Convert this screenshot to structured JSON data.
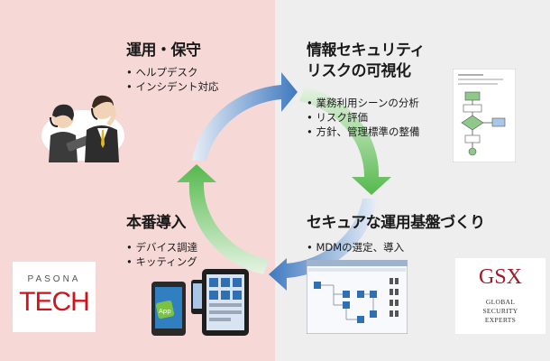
{
  "quadrants": {
    "top_left": {
      "title": "運用・保守",
      "items": [
        "ヘルプデスク",
        "インシデント対応"
      ]
    },
    "top_right": {
      "title_line1": "情報セキュリティ",
      "title_line2": "リスクの可視化",
      "items": [
        "業務利用シーンの分析",
        "リスク評価",
        "方針、管理標準の整備"
      ]
    },
    "bottom_right": {
      "title": "セキュアな運用基盤づくり",
      "items": [
        "MDMの選定、導入"
      ]
    },
    "bottom_left": {
      "title": "本番導入",
      "items": [
        "デバイス調達",
        "キッティング"
      ]
    }
  },
  "logos": {
    "pasona_top": "PASONA",
    "pasona_main": "TECH",
    "gsx_main": "GSX",
    "gsx_line1": "GLOBAL",
    "gsx_line2": "SECURITY",
    "gsx_line3": "EXPERTS"
  },
  "app_label": "App",
  "colors": {
    "left_bg": "#f6d9d6",
    "right_bg": "#eeeeee",
    "arrow_blue": "#3f79bf",
    "arrow_green": "#54b94b",
    "pasona_red": "#d0121b",
    "gsx_maroon": "#9b1c2a"
  }
}
